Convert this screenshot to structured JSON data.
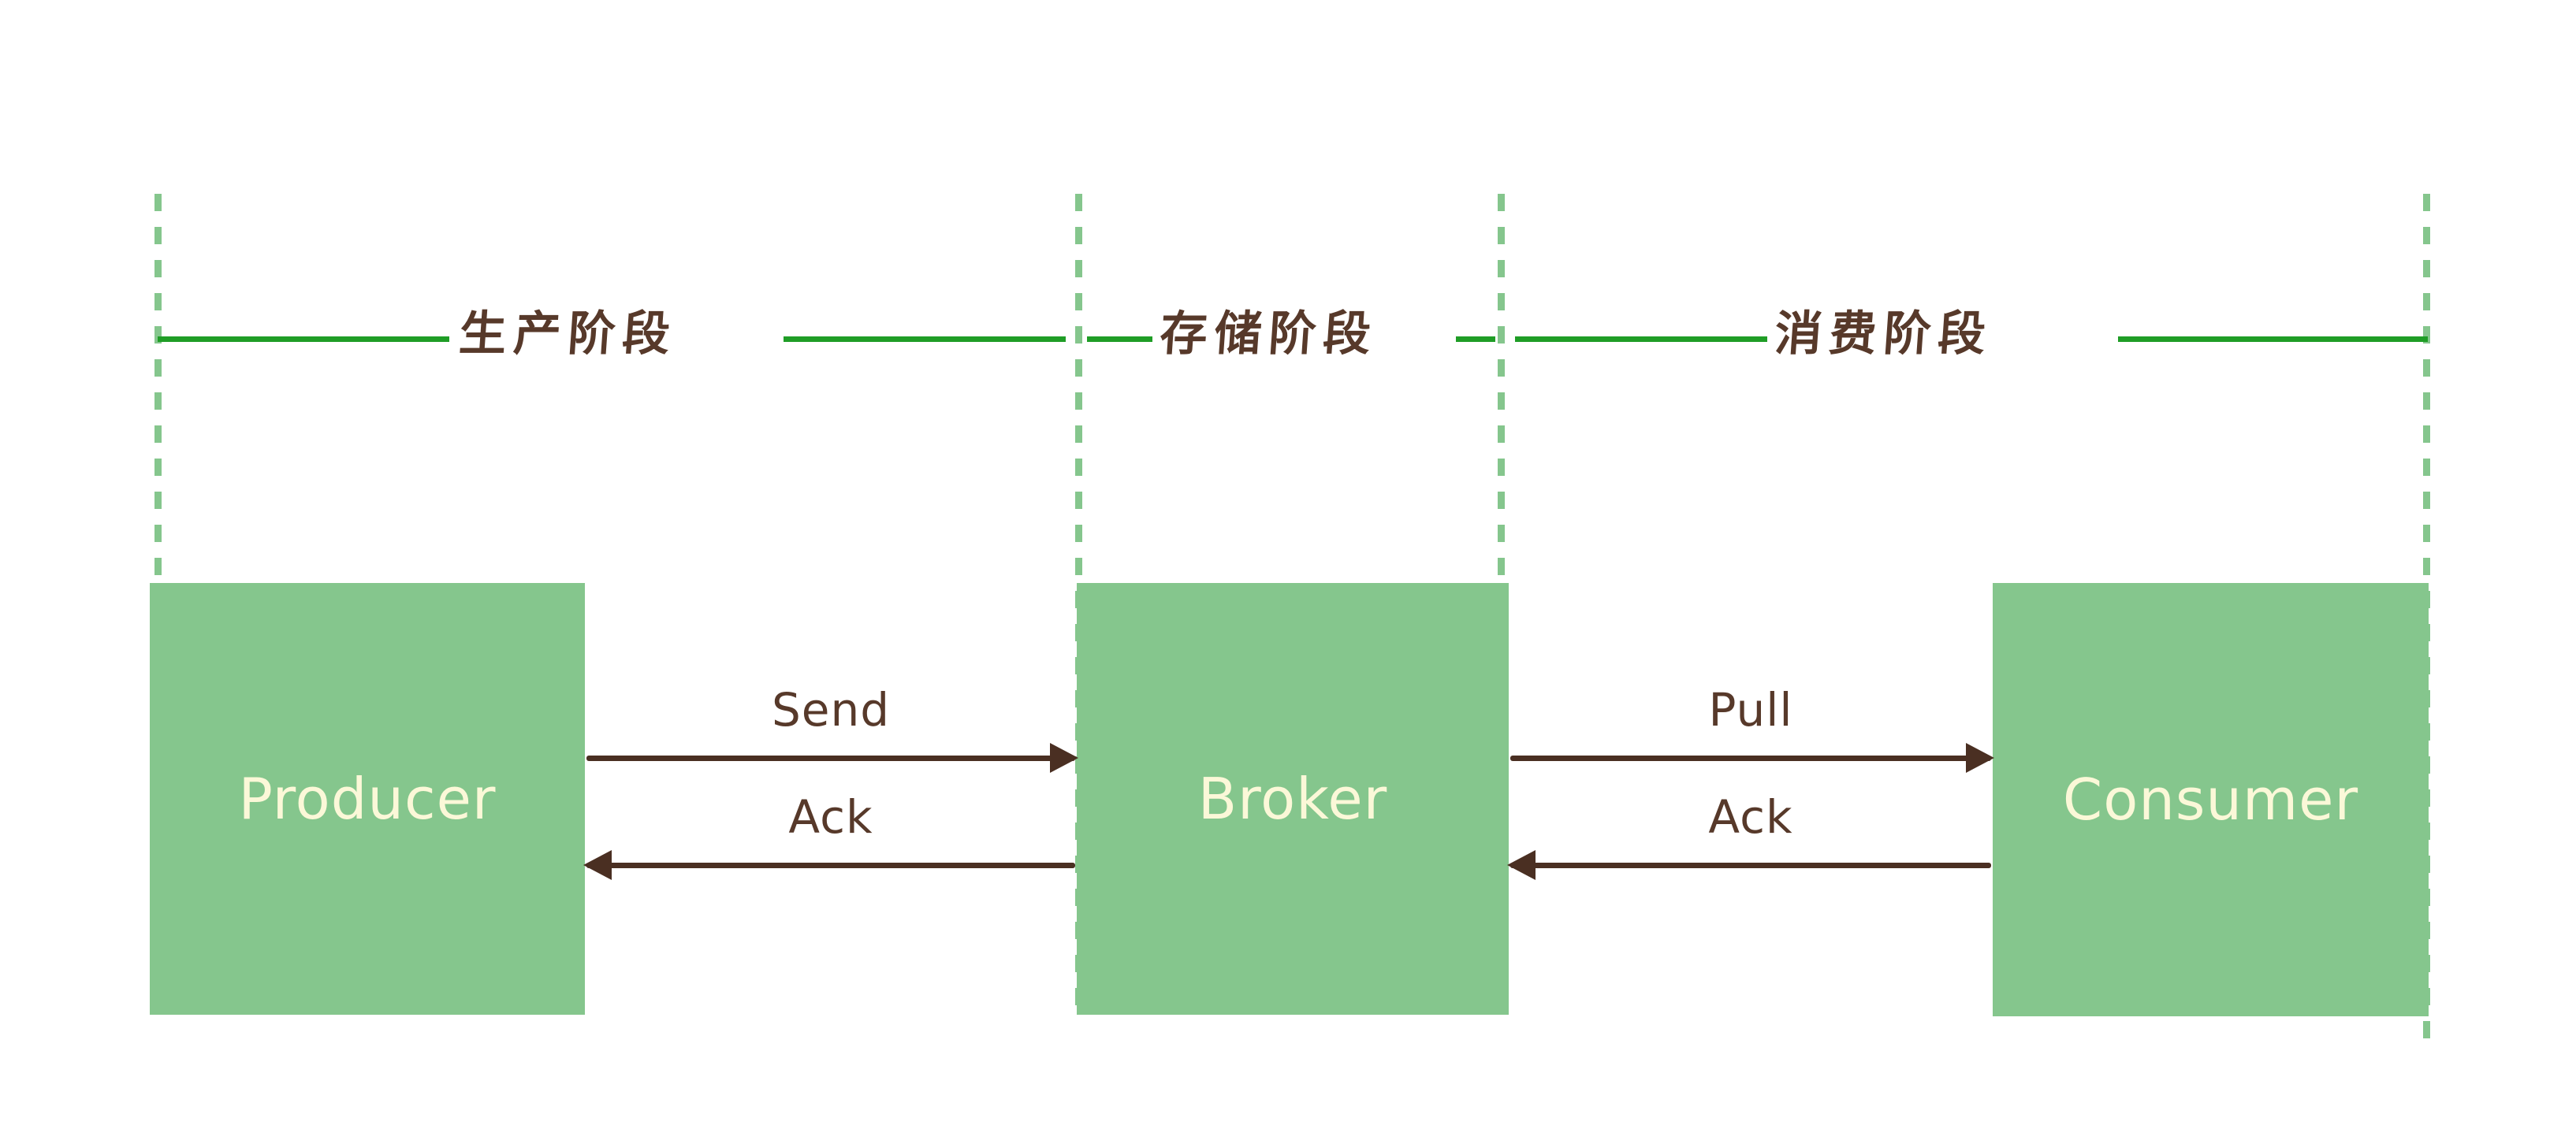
{
  "colors": {
    "node_fill": "#85c68d",
    "node_text": "#fbf8d8",
    "phase_rule": "#1f9d26",
    "lifeline": "#85c68d",
    "arrow": "#4a2f22",
    "label_text": "#57392a",
    "background": "#ffffff"
  },
  "phases": [
    {
      "label": "生产阶段"
    },
    {
      "label": "存储阶段"
    },
    {
      "label": "消费阶段"
    }
  ],
  "nodes": [
    {
      "label": "Producer"
    },
    {
      "label": "Broker"
    },
    {
      "label": "Consumer"
    }
  ],
  "messages": [
    {
      "label": "Send",
      "from": "Producer",
      "to": "Broker",
      "direction": "right"
    },
    {
      "label": "Ack",
      "from": "Broker",
      "to": "Producer",
      "direction": "left"
    },
    {
      "label": "Pull",
      "from": "Broker",
      "to": "Consumer",
      "direction": "right"
    },
    {
      "label": "Ack",
      "from": "Consumer",
      "to": "Broker",
      "direction": "left"
    }
  ]
}
